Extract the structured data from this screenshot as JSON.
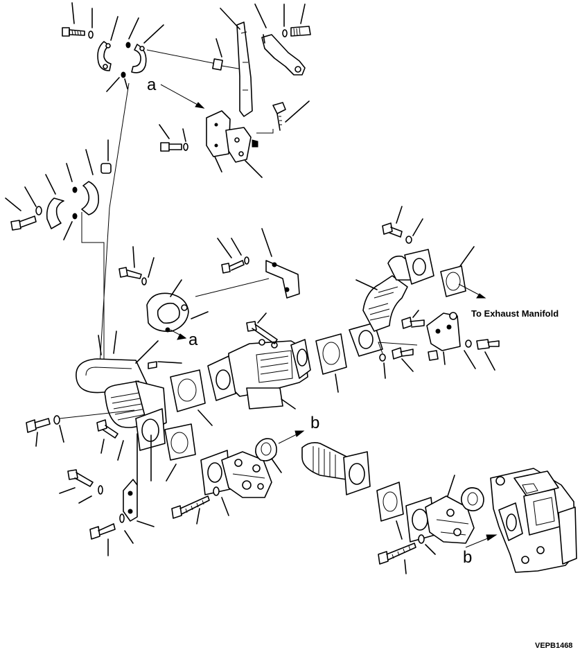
{
  "diagram": {
    "destination_label": "To Exhaust Manifold",
    "figure_code": "VEPB1468",
    "reference_letters": {
      "a_top": "a",
      "a_mid": "a",
      "b_mid": "b",
      "b_bottom": "b"
    }
  }
}
